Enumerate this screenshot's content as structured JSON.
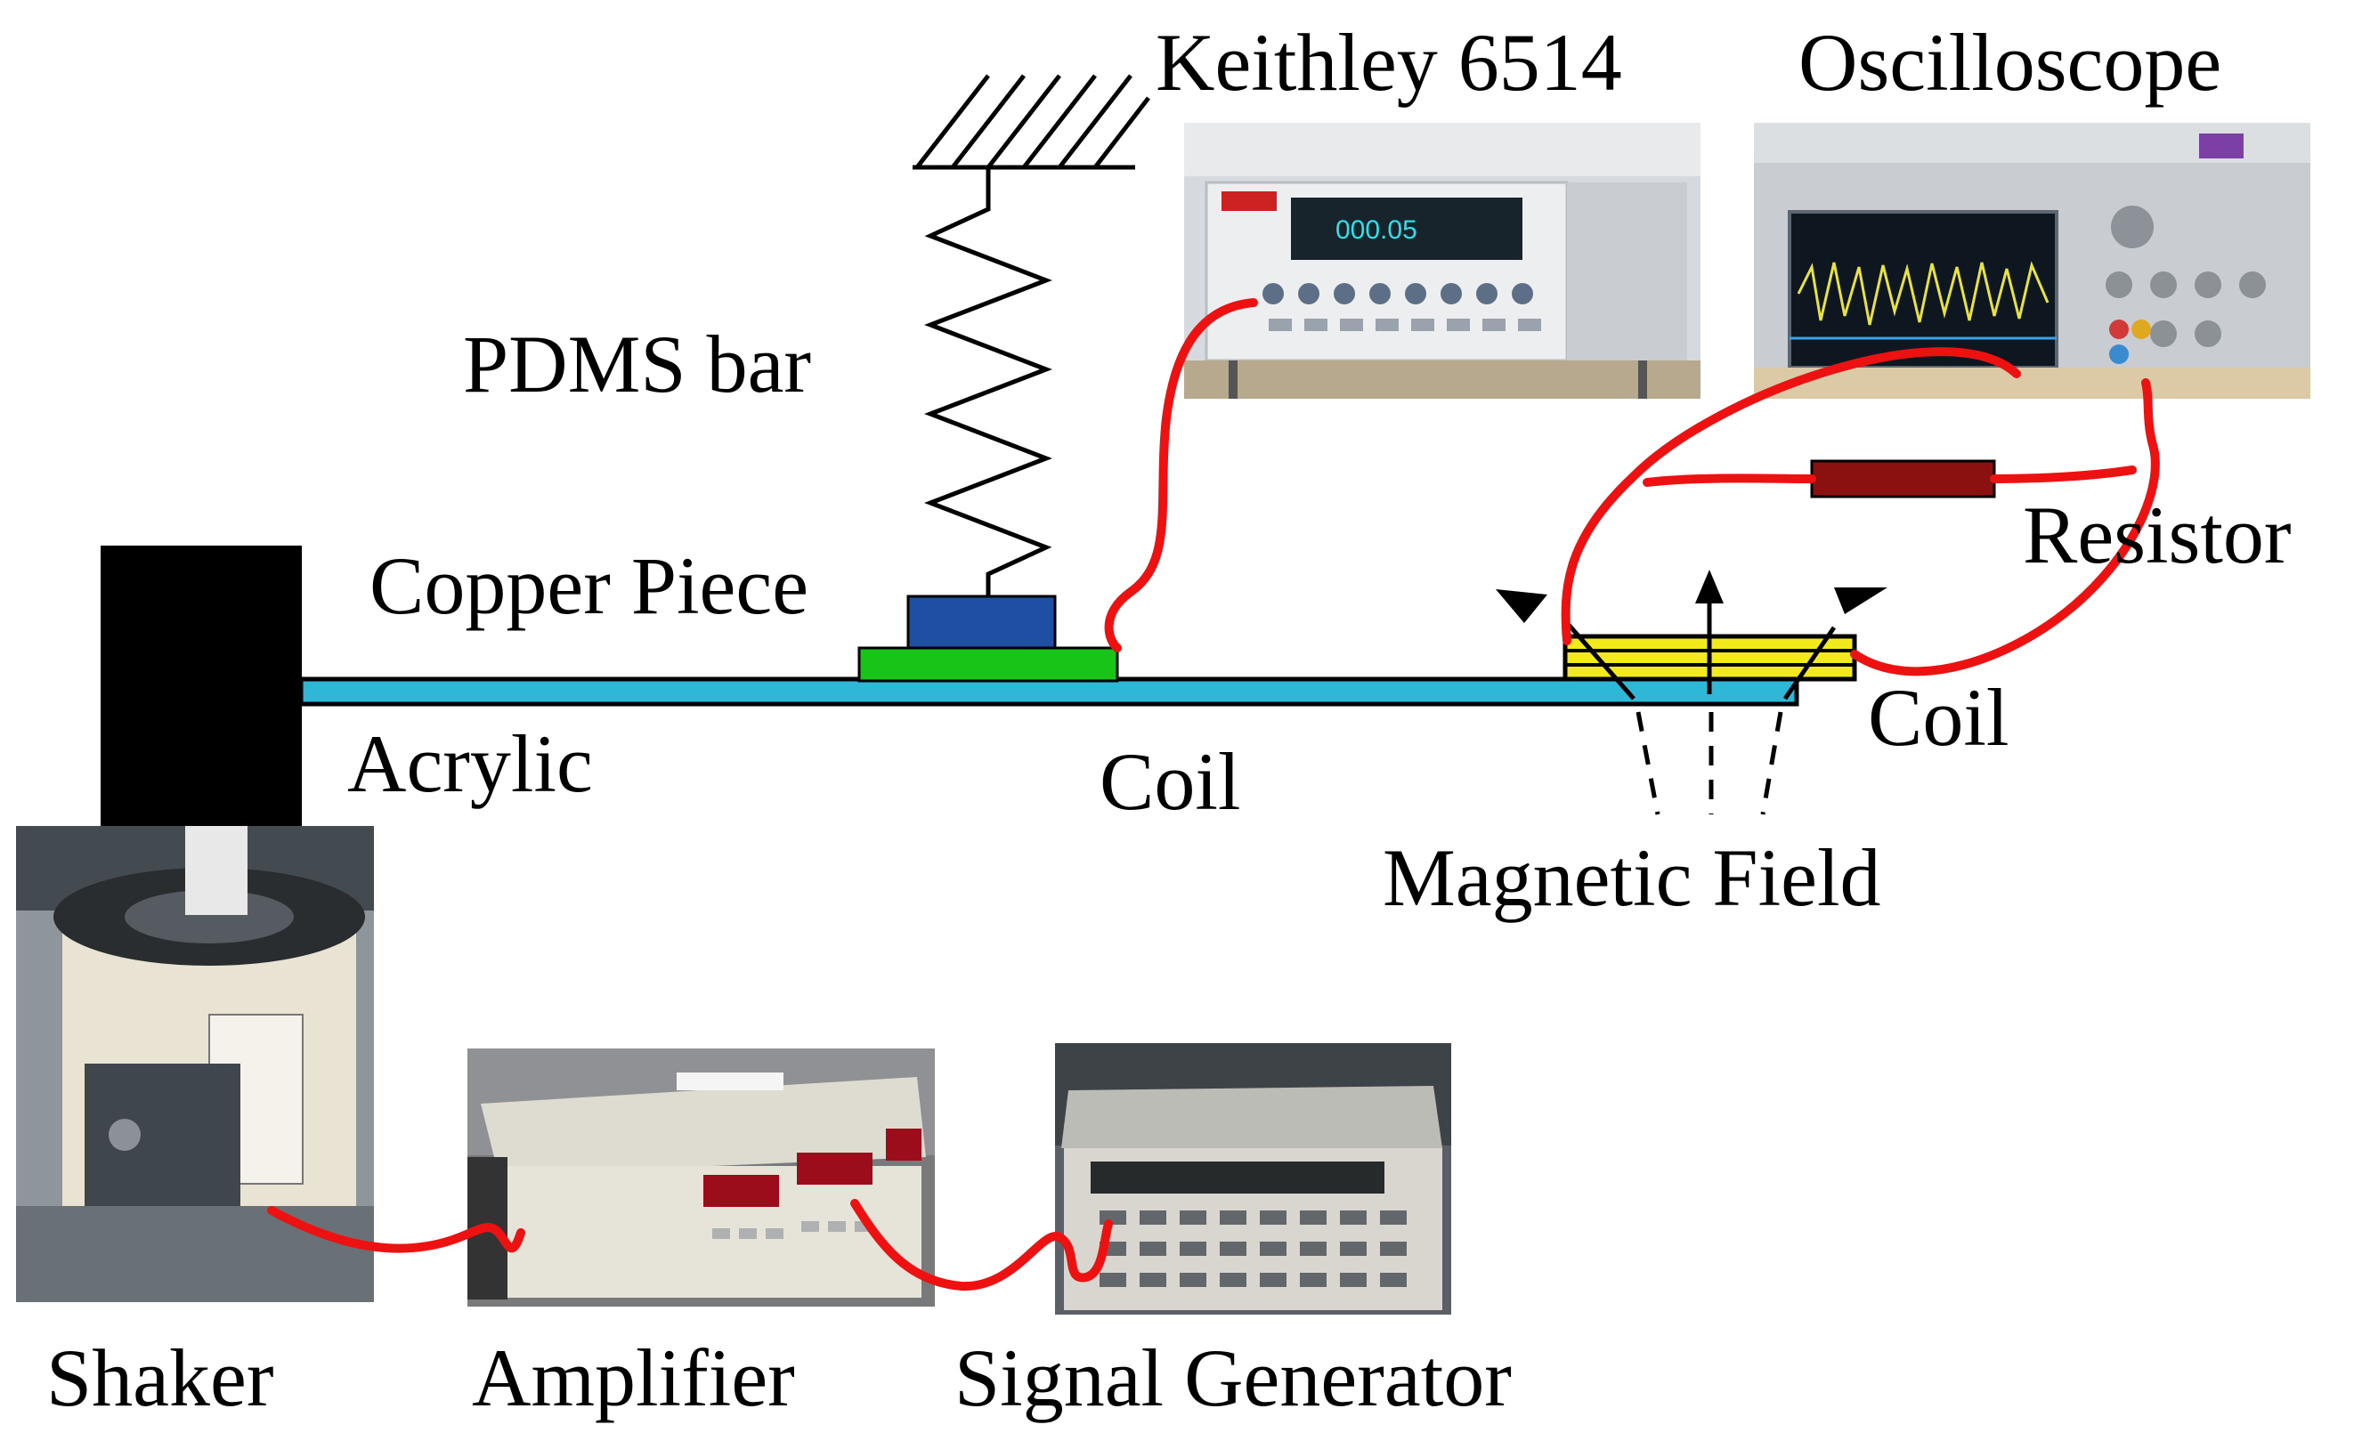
{
  "labels": {
    "keithley": "Keithley 6514",
    "oscilloscope": "Oscilloscope",
    "pdms_bar": "PDMS bar",
    "copper_piece": "Copper Piece",
    "acrylic": "Acrylic",
    "coil_center": "Coil",
    "coil_right": "Coil",
    "resistor": "Resistor",
    "magnetic_field": "Magnetic Field",
    "shaker": "Shaker",
    "amplifier": "Amplifier",
    "signal_generator": "Signal Generator"
  },
  "colors": {
    "wire": "#ee1111",
    "acrylic": "#2fb7d8",
    "copper_piece": "#1f4fa5",
    "coil_base": "#18c418",
    "coil_right": "#f2ea1a",
    "resistor": "#8b1010",
    "support": "#000000"
  },
  "readouts": {
    "keithley_display": "000.05"
  },
  "icons": [
    "ground-hatch-icon",
    "spring-icon",
    "field-arrow-icon"
  ]
}
